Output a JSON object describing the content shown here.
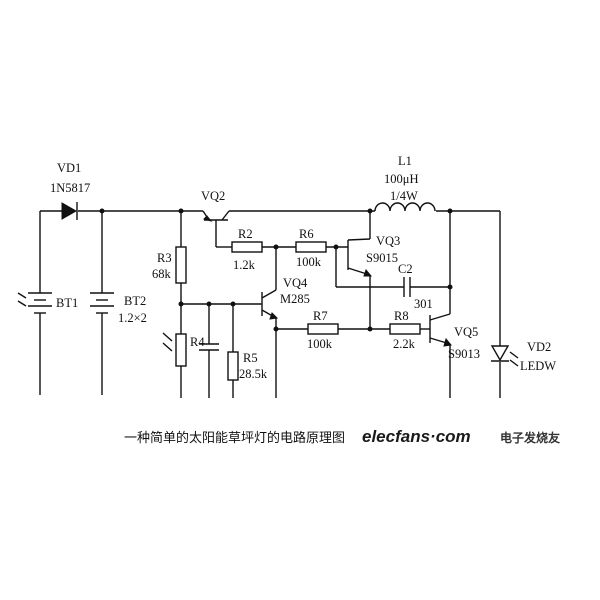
{
  "components": {
    "vd1": {
      "ref": "VD1",
      "part": "1N5817"
    },
    "l1": {
      "ref": "L1",
      "value": "100μH",
      "rating": "1/4W"
    },
    "vq2": {
      "ref": "VQ2"
    },
    "r2": {
      "ref": "R2",
      "value": "1.2k"
    },
    "r6": {
      "ref": "R6",
      "value": "100k"
    },
    "vq3": {
      "ref": "VQ3",
      "part": "S9015"
    },
    "c2": {
      "ref": "C2",
      "value": "301"
    },
    "r3": {
      "ref": "R3",
      "value": "68k"
    },
    "bt1": {
      "ref": "BT1"
    },
    "bt2": {
      "ref": "BT2",
      "value": "1.2×2"
    },
    "vq4": {
      "ref": "VQ4",
      "part": "M285"
    },
    "r4": {
      "ref": "R4"
    },
    "r5": {
      "ref": "R5",
      "value": "28.5k"
    },
    "r7": {
      "ref": "R7",
      "value": "100k"
    },
    "r8": {
      "ref": "R8",
      "value": "2.2k"
    },
    "vq5": {
      "ref": "VQ5",
      "part": "S9013"
    },
    "vd2": {
      "ref": "VD2",
      "part": "LEDW"
    }
  },
  "caption": "一种简单的太阳能草坪灯的电路原理图",
  "watermark": {
    "site": "elecfans·com",
    "tagline": "电子发烧友"
  }
}
